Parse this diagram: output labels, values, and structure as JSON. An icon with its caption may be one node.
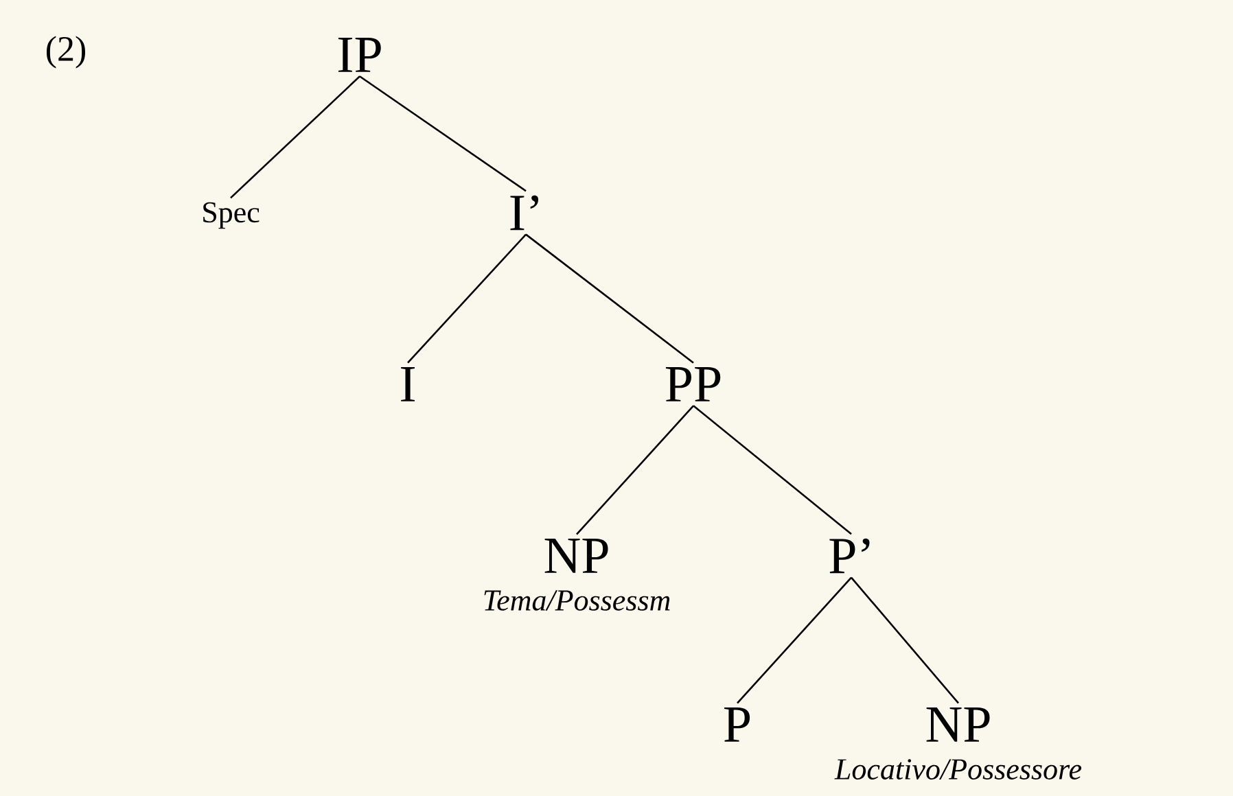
{
  "diagram": {
    "nodes": [
      {
        "text": [
          "IP"
        ]
      },
      {
        "text": [
          "Spec"
        ]
      },
      {
        "text": [
          "I’"
        ]
      },
      {
        "text": [
          "I"
        ]
      },
      {
        "text": [
          "PP"
        ]
      },
      {
        "text": [
          "NP"
        ],
        "beside": [
          "*Tema/Possessm*"
        ]
      },
      {
        "text": [
          "P’"
        ]
      },
      {
        "text": [
          "P"
        ]
      },
      {
        "text": [
          "NP"
        ],
        "beside": [
          "*Locativo/Possessore*"
        ]
      }
    ],
    "edges": [
      {
        "from": 0,
        "to": 1,
        "arrow": "none"
      },
      {
        "from": 0,
        "to": 2,
        "arrow": "none"
      },
      {
        "from": 2,
        "to": 3,
        "arrow": "none"
      },
      {
        "from": 2,
        "to": 4,
        "arrow": "none"
      },
      {
        "from": 4,
        "to": 5,
        "arrow": "none"
      },
      {
        "from": 4,
        "to": 6,
        "arrow": "none"
      },
      {
        "from": 6,
        "to": 7,
        "arrow": "none"
      },
      {
        "from": 6,
        "to": 8,
        "arrow": "none"
      }
    ],
    "labels": [
      "(2)"
    ]
  }
}
